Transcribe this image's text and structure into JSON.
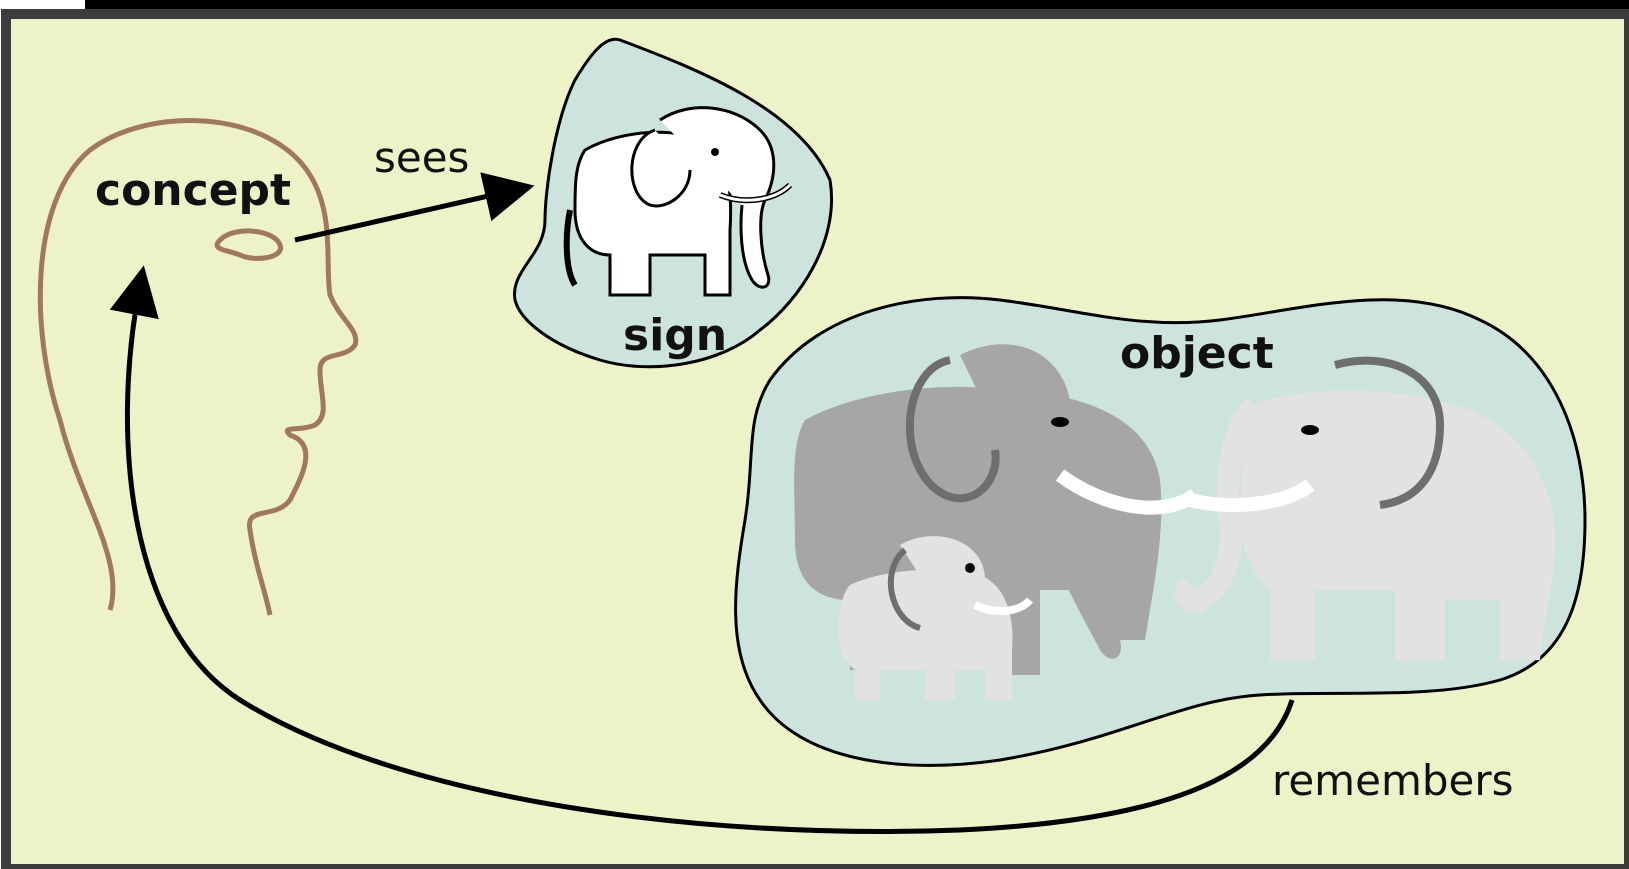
{
  "labels": {
    "concept": "concept",
    "sees": "sees",
    "sign": "sign",
    "object": "object",
    "remembers": "remembers"
  },
  "colors": {
    "background": "#eef2c9",
    "frame": "#3c3c3c",
    "head_outline": "#a07860",
    "blob_fill": "#cde3dd",
    "arrow": "#000000",
    "elephant_dark": "#a6a6a6",
    "elephant_light": "#e2e2e2",
    "elephant_white": "#ffffff"
  }
}
